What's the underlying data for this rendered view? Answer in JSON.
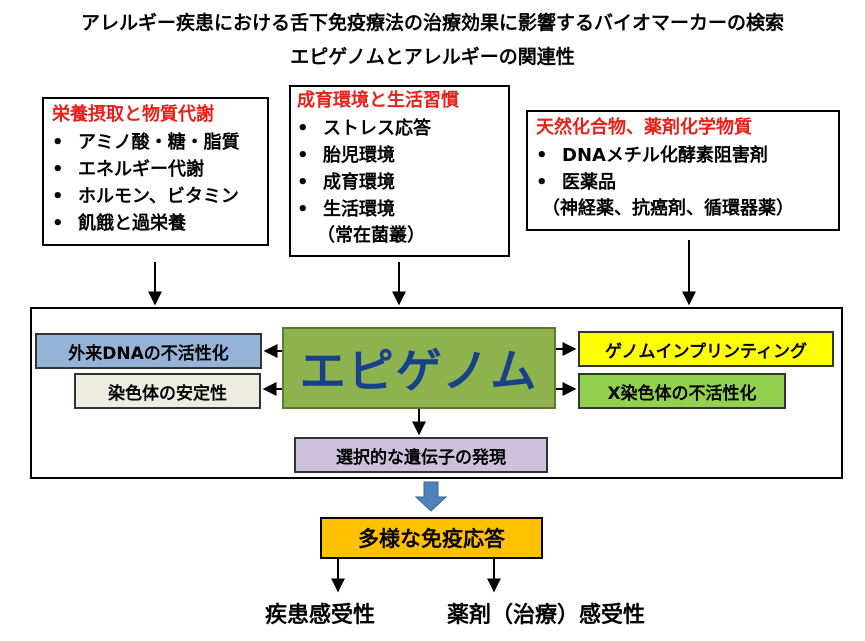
{
  "title": {
    "line1": "アレルギー疾患における舌下免疫療法の治療効果に影響するバイオマーカーの検索",
    "line2": "エピゲノムとアレルギーの関連性"
  },
  "factors": {
    "nutrition": {
      "heading": "栄養摂取と物質代謝",
      "items": [
        "アミノ酸・糖・脂質",
        "エネルギー代謝",
        "ホルモン、ビタミン",
        "飢餓と過栄養"
      ]
    },
    "environment": {
      "heading": "成育環境と生活習慣",
      "items": [
        "ストレス応答",
        "胎児環境",
        "成育環境",
        "生活環境"
      ],
      "note": "（常在菌叢）"
    },
    "chemicals": {
      "heading": "天然化合物、薬剤化学物質",
      "items": [
        "DNAメチル化酵素阻害剤",
        "医薬品"
      ],
      "note": "（神経薬、抗癌剤、循環器薬）"
    }
  },
  "center": "エピゲノム",
  "effects": {
    "foreign_dna": "外来DNAの不活性化",
    "chromosome": "染色体の安定性",
    "imprinting": "ゲノムインプリンティング",
    "x_inactivation": "X染色体の不活性化",
    "expression": "選択的な遺伝子の発現"
  },
  "immune": "多様な免疫応答",
  "outcomes": {
    "disease": "疾患感受性",
    "drug": "薬剤（治療）感受性"
  },
  "bullet": "•",
  "colors": {
    "heading_red": "#e8201a",
    "epigenome_green": "#8db24e",
    "epigenome_text": "#17418a",
    "foreign_dna_blue": "#95b3d7",
    "chromosome_beige": "#eeece1",
    "imprinting_yellow": "#ffff00",
    "x_inactivation_green": "#92d050",
    "expression_lavender": "#ccc0da",
    "immune_orange": "#ffc000",
    "big_arrow_blue": "#4f81bd"
  }
}
